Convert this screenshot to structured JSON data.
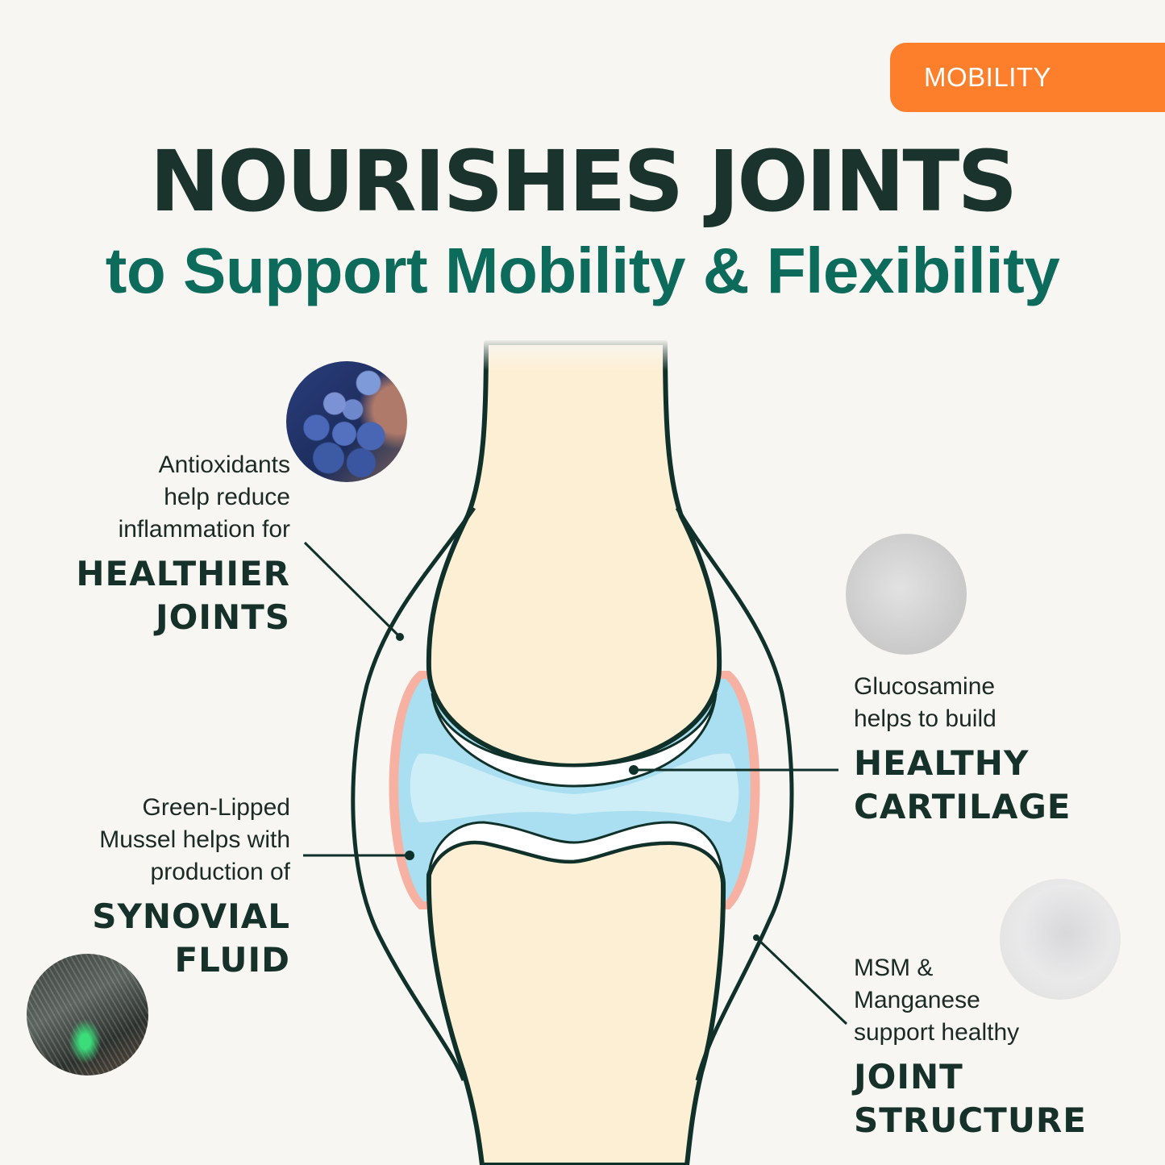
{
  "badge": {
    "label": "MOBILITY",
    "color": "#fd7f2c"
  },
  "header": {
    "title": "NOURISHES JOINTS",
    "subtitle": "to Support Mobility & Flexibility",
    "title_color": "#1a332c",
    "subtitle_color": "#0c6b5b"
  },
  "diagram": {
    "colors": {
      "outline": "#10302a",
      "bone": "#fdefd3",
      "synovial_fluid": "#a9dff0",
      "synovial_fluid_light": "#cdeef6",
      "membrane": "#f6b1a3",
      "cartilage": "#ffffff",
      "background": "#f8f6f2"
    }
  },
  "callouts": [
    {
      "id": "antioxidants",
      "description": "Antioxidants\nhelp reduce\ninflammation for",
      "title": "HEALTHIER\nJOINTS",
      "image": "grapes-photo"
    },
    {
      "id": "glucosamine",
      "description": "Glucosamine\nhelps to build",
      "title": "HEALTHY\nCARTILAGE",
      "image": "glucosamine-powder-photo"
    },
    {
      "id": "green-lipped-mussel",
      "description": "Green-Lipped\nMussel helps with\nproduction of",
      "title": "SYNOVIAL\nFLUID",
      "image": "mussel-shell-photo"
    },
    {
      "id": "msm-manganese",
      "description": "MSM &\nManganese\nsupport healthy",
      "title": "JOINT\nSTRUCTURE",
      "image": "msm-powder-photo"
    }
  ]
}
